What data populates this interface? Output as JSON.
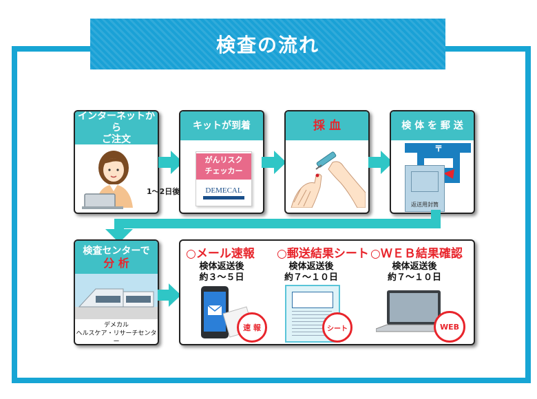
{
  "banner": {
    "title": "検査の流れ"
  },
  "steps": [
    {
      "label_line1": "インターネットから",
      "label_line2": "ご注文"
    },
    {
      "label": "キットが到着",
      "kit_line1": "がんリスク",
      "kit_line2": "チェッカー",
      "kit_brand": "DEMECAL"
    },
    {
      "label": "採 血"
    },
    {
      "label": "検 体 を 郵 送",
      "envelope_label": "返送用封筒"
    },
    {
      "label_line1": "検査センターで",
      "label_line2": "分 析",
      "caption_line1": "デメカル",
      "caption_line2": "ヘルスケア・リサーチセンター"
    }
  ],
  "timing_label": "1〜2日後",
  "results": [
    {
      "title": "○メール速報",
      "sub_line1": "検体返送後",
      "sub_line2": "約３～５日",
      "stamp": "速 報"
    },
    {
      "title": "○郵送結果シート",
      "sub_line1": "検体返送後",
      "sub_line2": "約７～１０日",
      "stamp": "シート"
    },
    {
      "title": "○ＷＥＢ結果確認",
      "sub_line1": "検体返送後",
      "sub_line2": "約７～１０日",
      "stamp": "WEB"
    }
  ],
  "colors": {
    "frame": "#17a5d4",
    "step_header": "#40c0c6",
    "arrow": "#2fc6c6",
    "result_title": "#e8242b",
    "highlight": "#fff700"
  }
}
